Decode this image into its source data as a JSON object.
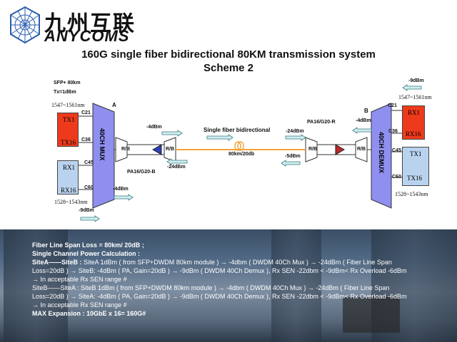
{
  "logo": {
    "cn": "九州互联",
    "en": "ANYCOMS",
    "icon": "globe-icon"
  },
  "title": {
    "line1": "160G single fiber bidirectional 80KM transmission system",
    "line2": "Scheme 2"
  },
  "site_a": {
    "sfp_label": "SFP+ 80km",
    "tx_label": "Tx=1dBm",
    "range_top": "1547~1561nm",
    "range_bottom": "1528~1543nm",
    "letter": "A",
    "tx_box": {
      "top": "TX1",
      "bottom": "TX16"
    },
    "rx_box": {
      "top": "RX1",
      "bottom": "RX16"
    },
    "ch": {
      "c21": "C21",
      "c36": "C36",
      "c45": "C45",
      "c60": "C60"
    },
    "mux": "40CH MUX",
    "bottom_power": "-9dBm"
  },
  "site_b": {
    "letter": "B",
    "top_power": "-9dBm",
    "range_top": "1547~1561nm",
    "range_bottom": "1528~1543nm",
    "rx_box": {
      "top": "RX1",
      "bottom": "RX16"
    },
    "tx_box": {
      "top": "TX1",
      "bottom": "TX16"
    },
    "ch": {
      "c21": "C21",
      "c36": "C36",
      "c45": "C45",
      "c60": "C60"
    },
    "demux": "40CH DEMUX"
  },
  "link": {
    "fiber_label": "Single fiber bidirectional",
    "span_label": "80km/20db",
    "rb": "R/B",
    "pa_left": "PA16/G20-B",
    "pa_right": "PA16/G20-R",
    "powers": {
      "left_top": "-4dBm",
      "left_mid": "-24dBm",
      "left_bottom": "-4dBm",
      "right_top": "-4dBm",
      "right_mid": "-24dBm",
      "right_bottom": "-5dBm"
    }
  },
  "notes": {
    "line1": "Fiber Line Span Loss = 80km/ 20dB ;",
    "line2": "Single Channel Power Calculation :",
    "line3_head": "SiteA——SiteB :",
    "line3": "SiteA 1dBm ( from SFP+DWDM 80km module ) → -4dbm ( DWDM 40Ch Mux ) → -24dBm ( Fiber Line Span",
    "line4": "Loss=20dB ) → SiteB: -4dBm ( PA, Gain=20dB ) → -9dBm ( DWDM 40Ch Demux ), Rx SEN -22dbm < -9dBm< Rx Overload -6dBm",
    "line5": "→ In acceptable Rx SEN range #",
    "line6": "SiteB——SiteA : SiteB 1dBm ( from SFP+DWDM 80km module ) → -4dbm ( DWDM 40Ch Mux ) → -24dBm ( Fiber Line Span",
    "line7": "Loss=20dB ) → SiteA: -4dBm ( PA, Gain=20dB ) → -9dBm ( DWDM 40Ch Demux ), Rx SEN -22dbm < -9dBm< Rx Overload -6dBm",
    "line8": "→ In acceptable Rx SEN range #",
    "line9": "MAX Expansion : 10GbE x 16= 160G#"
  },
  "colors": {
    "tx_red": "#ee3a1c",
    "rx_blue": "#b9d3ef",
    "mux_purple": "#8f8ff0",
    "fiber": "#f2a33a",
    "arrow_cyan": "#cfeef0",
    "amp_blue": "#2f3fb8",
    "amp_red": "#b7282a"
  }
}
